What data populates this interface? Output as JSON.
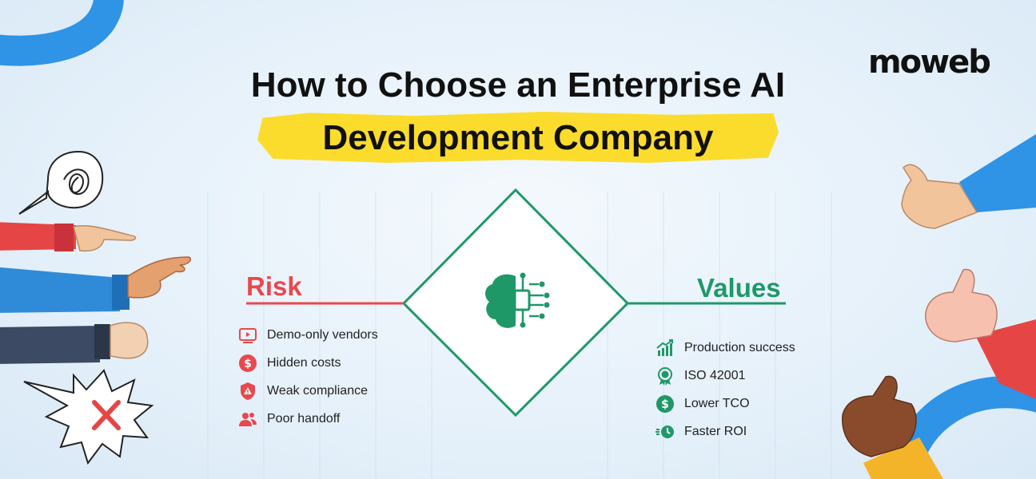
{
  "brand": {
    "logo_text": "moweb"
  },
  "title": {
    "line1": "How to Choose an Enterprise AI",
    "line2": "Development Company"
  },
  "risk": {
    "heading": "Risk",
    "color": "#e9484d",
    "items": [
      {
        "label": "Demo-only vendors",
        "icon": "video-screen-icon"
      },
      {
        "label": "Hidden costs",
        "icon": "dollar-coin-icon"
      },
      {
        "label": "Weak compliance",
        "icon": "warning-shield-icon"
      },
      {
        "label": "Poor handoff",
        "icon": "users-icon"
      }
    ]
  },
  "values": {
    "heading": "Values",
    "color": "#1f9868",
    "items": [
      {
        "label": "Production success",
        "icon": "growth-chart-icon"
      },
      {
        "label": "ISO 42001",
        "icon": "certificate-badge-icon"
      },
      {
        "label": "Lower TCO",
        "icon": "dollar-coin-icon"
      },
      {
        "label": "Faster ROI",
        "icon": "fast-clock-icon"
      }
    ]
  },
  "center": {
    "icon": "ai-brain-chip-icon"
  }
}
